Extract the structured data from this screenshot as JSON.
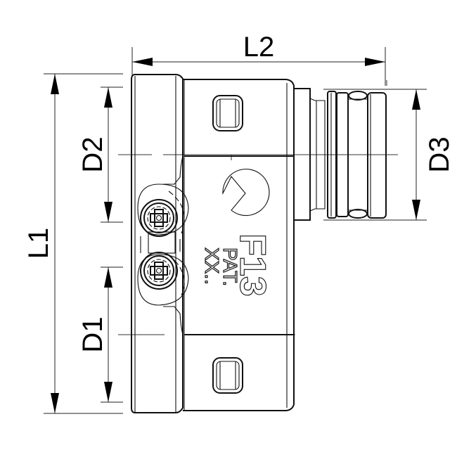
{
  "drawing": {
    "type": "technical-dimension-drawing",
    "subject": "T-fitting / press fitting side view",
    "dimensions": {
      "L1": "L1",
      "L2": "L2",
      "D1": "D1",
      "D2": "D2",
      "D3": "D3"
    },
    "markings": {
      "brand": "F13",
      "patent": "PAT.",
      "code": "XX.."
    },
    "colors": {
      "line": "#111111",
      "background": "#ffffff"
    }
  }
}
